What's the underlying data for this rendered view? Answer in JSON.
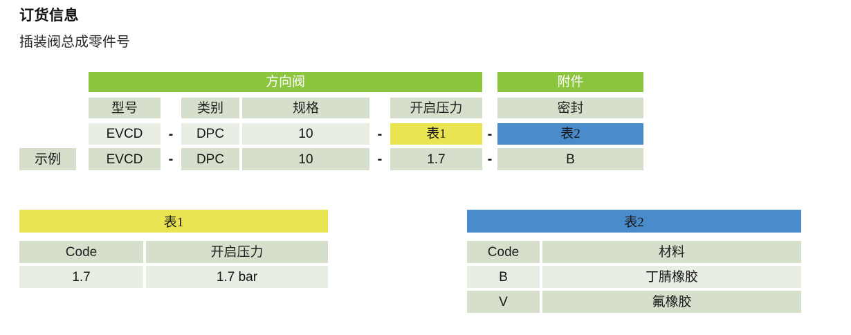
{
  "page": {
    "title": "订货信息",
    "subtitle": "插装阀总成零件号"
  },
  "order_table": {
    "groups": [
      {
        "label": "方向阀"
      },
      {
        "label": "附件"
      }
    ],
    "columns": [
      {
        "label": "型号"
      },
      {
        "label": "类别"
      },
      {
        "label": "规格"
      },
      {
        "label": "开启压力"
      },
      {
        "label": "密封"
      }
    ],
    "separator": "-",
    "rows": [
      {
        "label": "",
        "cells": [
          "EVCD",
          "DPC",
          "10",
          "表1",
          "表2"
        ]
      },
      {
        "label": "示例",
        "cells": [
          "EVCD",
          "DPC",
          "10",
          "1.7",
          "B"
        ]
      }
    ]
  },
  "table1": {
    "title": "表1",
    "headers": [
      "Code",
      "开启压力"
    ],
    "rows": [
      [
        "1.7",
        "1.7 bar"
      ]
    ]
  },
  "table2": {
    "title": "表2",
    "headers": [
      "Code",
      "材料"
    ],
    "rows": [
      [
        "B",
        "丁腈橡胶"
      ],
      [
        "V",
        "氟橡胶"
      ]
    ]
  },
  "colors": {
    "group_green": "#8cc63f",
    "subhead_green_grey": "#d6dfcb",
    "row_light": "#e9eee4",
    "accent_yellow": "#e9e451",
    "accent_blue": "#4a8ccb"
  }
}
